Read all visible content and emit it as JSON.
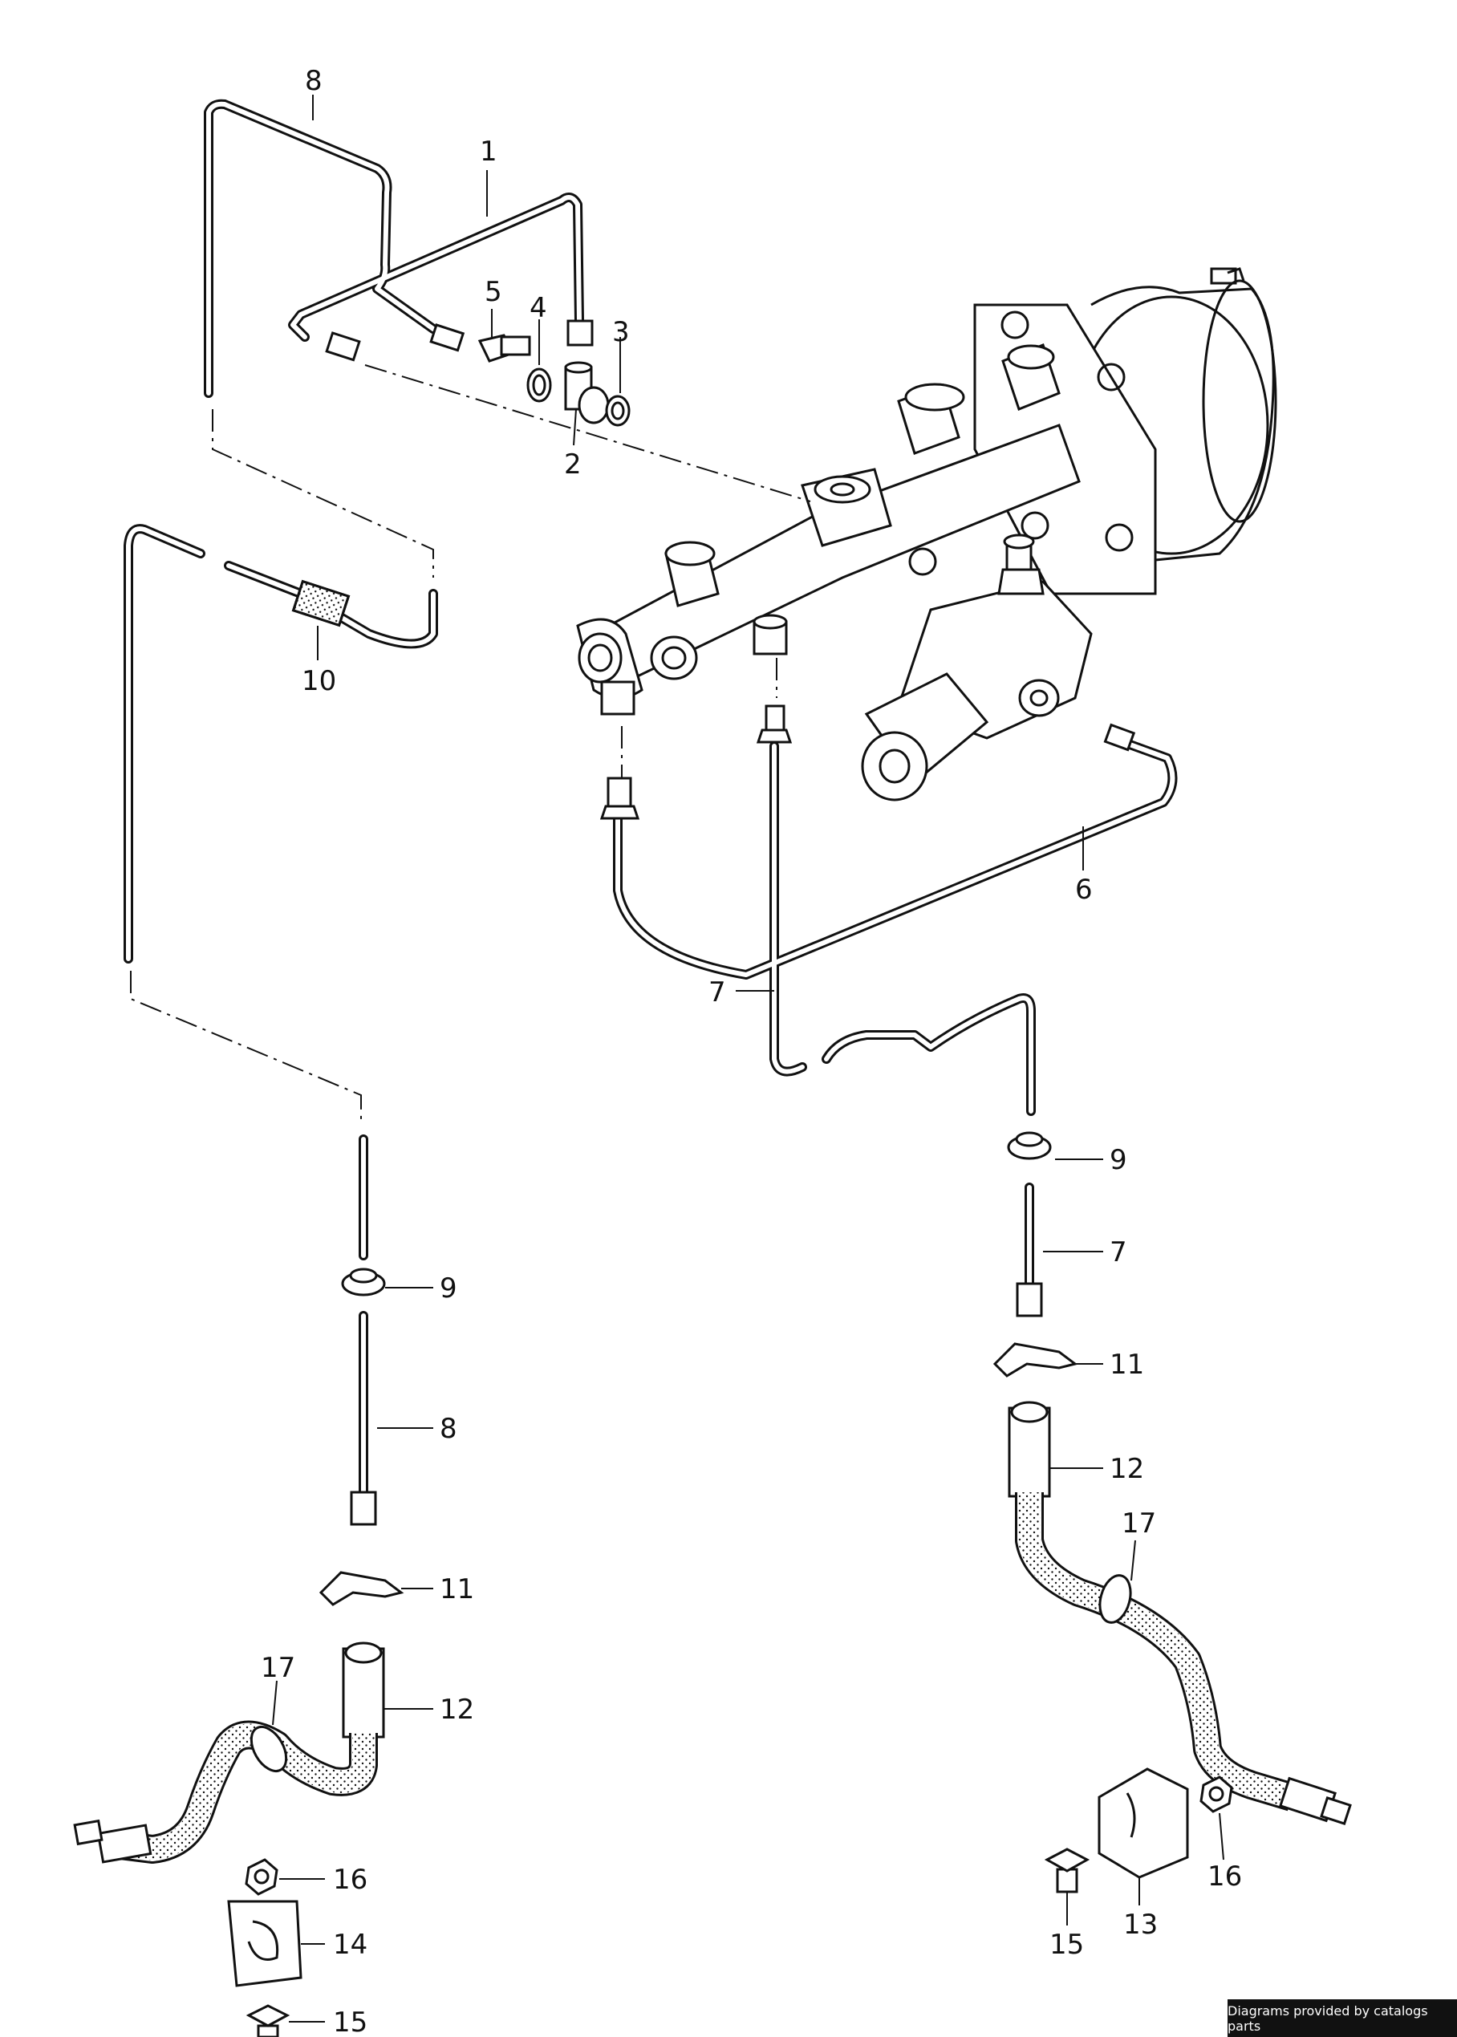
{
  "diagram": {
    "callouts": {
      "c1": "1",
      "c2": "2",
      "c3": "3",
      "c4": "4",
      "c5": "5",
      "c6": "6",
      "c7a": "7",
      "c7b": "7",
      "c8a": "8",
      "c8b": "8",
      "c9a": "9",
      "c9b": "9",
      "c10": "10",
      "c11a": "11",
      "c11b": "11",
      "c12a": "12",
      "c12b": "12",
      "c13": "13",
      "c14": "14",
      "c15a": "15",
      "c15b": "15",
      "c16a": "16",
      "c16b": "16",
      "c17a": "17",
      "c17b": "17"
    }
  },
  "footer": {
    "credit": "Diagrams provided by catalogs parts"
  },
  "colors": {
    "ink": "#111111",
    "paper": "#ffffff",
    "badge": "#111111"
  }
}
